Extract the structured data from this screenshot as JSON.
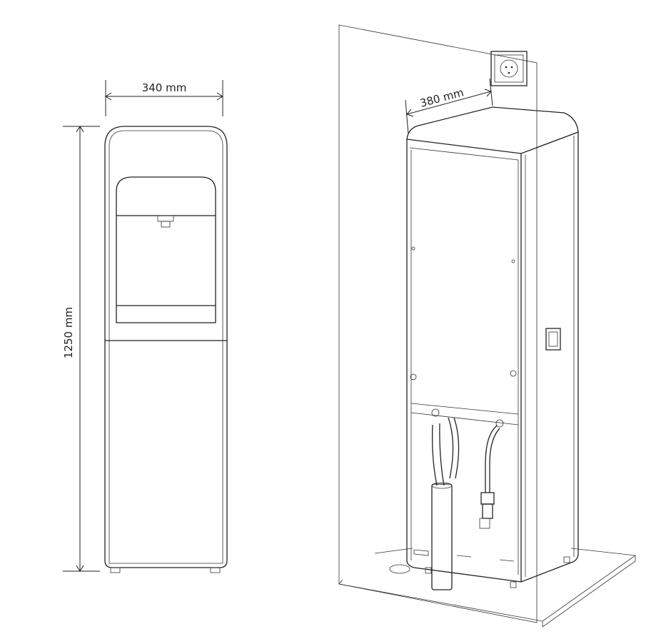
{
  "dimensions": {
    "width_label": "340 mm",
    "height_label": "1250 mm",
    "depth_label": "380 mm"
  },
  "colors": {
    "line": "#222222",
    "background": "#ffffff"
  }
}
